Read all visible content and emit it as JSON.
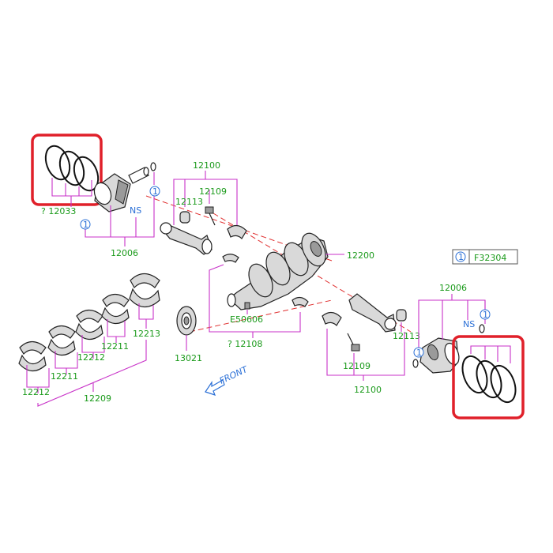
{
  "labels": {
    "crankshaft": "12200",
    "rod_left": "12100",
    "rod_left_bolt": "12109",
    "rod_left_bushing": "12113",
    "rod_right": "12100",
    "rod_right_bolt": "12109",
    "rod_right_bushing": "12113",
    "piston_left": "12006",
    "piston_right": "12006",
    "rings_left": "? 12033",
    "ns_left": "NS",
    "ns_right": "NS",
    "main_bearing_set": "12209",
    "bearing_a1": "12212",
    "bearing_a2": "12212",
    "bearing_b1": "12211",
    "bearing_b2": "12211",
    "thrust_bearing": "12213",
    "sprocket": "13021",
    "key": "E50606",
    "crank_bearing": "? 12108",
    "front": "FRONT",
    "ref_code": "F32304",
    "callout_number": "1"
  },
  "colors": {
    "leader_lines": "#c832c8",
    "part_numbers": "#1a9a1a",
    "callouts": "#2a6fd6",
    "highlight": "#e0202a",
    "axis": "#e03030"
  }
}
